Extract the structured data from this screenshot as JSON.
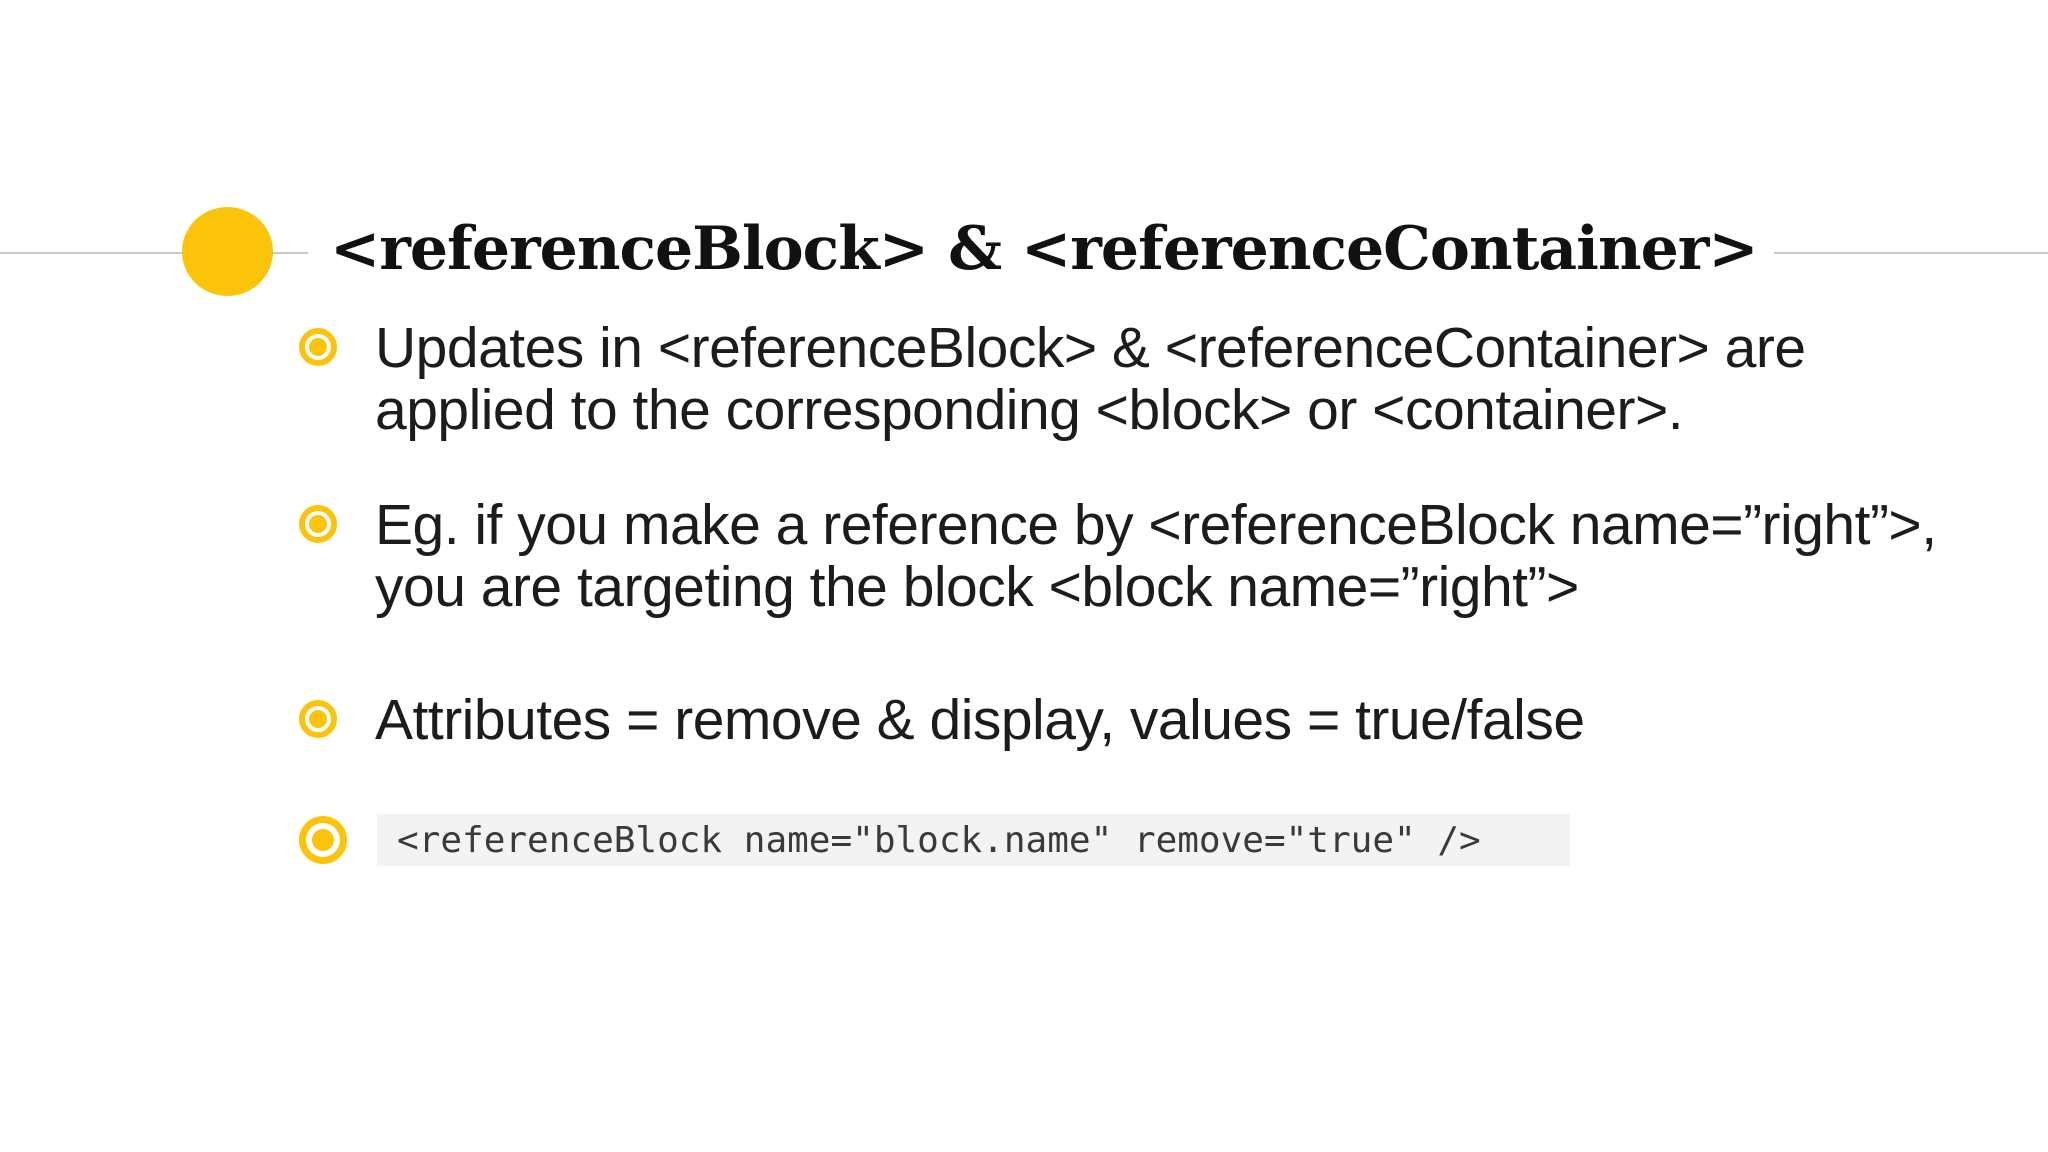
{
  "slide": {
    "title": "<referenceBlock> & <referenceContainer>",
    "bullets": [
      {
        "type": "text",
        "text": "Updates in <referenceBlock> & <referenceContainer> are\napplied to the corresponding <block> or <container>."
      },
      {
        "type": "text",
        "text": "Eg. if you make a reference by <referenceBlock name=”right”>,\nyou are targeting the block <block name=”right”>"
      },
      {
        "type": "text",
        "text": "Attributes = remove & display, values = true/false"
      },
      {
        "type": "code",
        "text": "<referenceBlock name=\"block.name\" remove=\"true\" />"
      }
    ],
    "colors": {
      "accent_yellow": "#FCC30B",
      "divider": "#C8C8C8",
      "title_text": "#111111",
      "body_text": "#1C1C1C",
      "code_text": "#3A3A3A",
      "code_bg": "#F3F3F4",
      "background": "#FFFFFF"
    }
  }
}
